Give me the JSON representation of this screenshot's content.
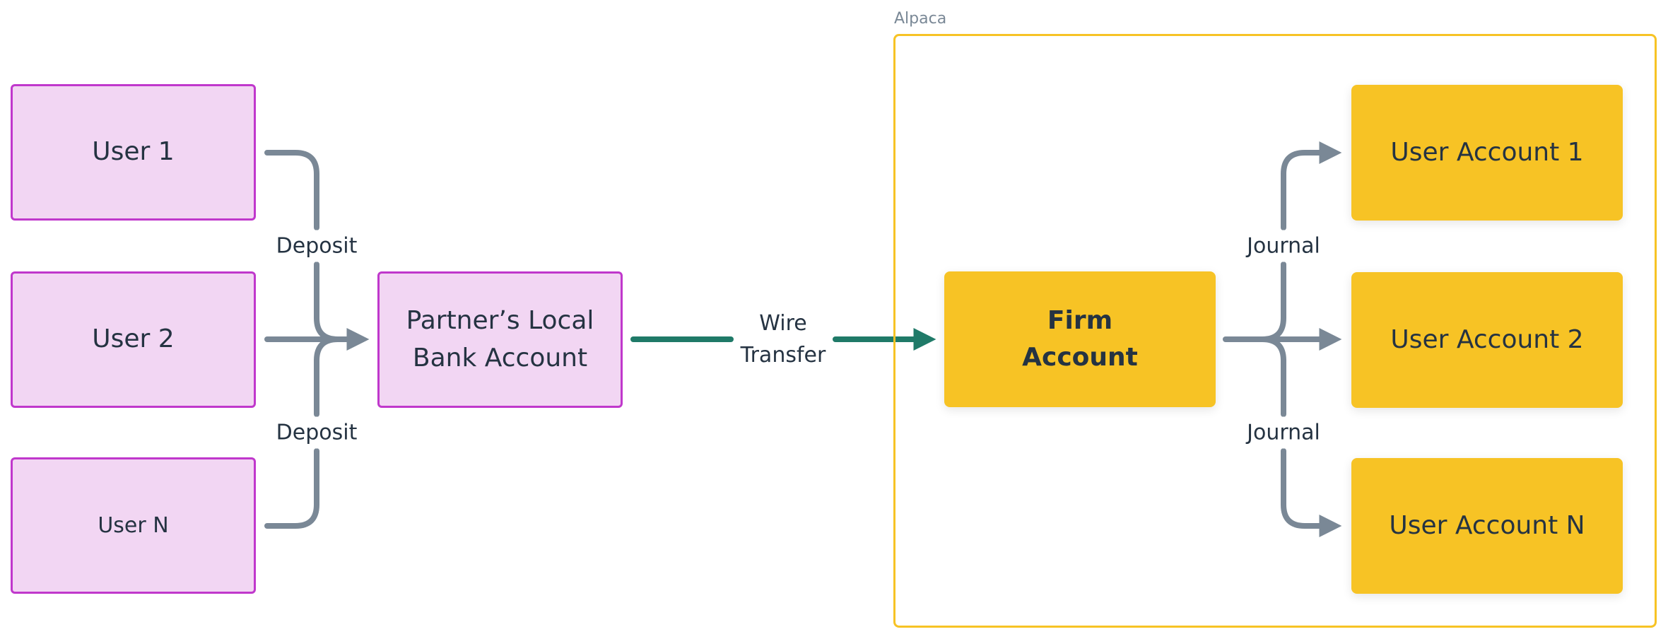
{
  "diagram": {
    "group": {
      "title": "Alpaca",
      "color": "#F7C325"
    },
    "users": [
      {
        "label": "User 1"
      },
      {
        "label": "User 2"
      },
      {
        "label": "User N"
      }
    ],
    "partner_bank": {
      "label_line1": "Partner’s Local",
      "label_line2": "Bank Account"
    },
    "firm_account": {
      "label_line1": "Firm",
      "label_line2": "Account"
    },
    "user_accounts": [
      {
        "label": "User Account 1"
      },
      {
        "label": "User Account 2"
      },
      {
        "label": "User Account N"
      }
    ],
    "edges": {
      "deposit_top": "Deposit",
      "deposit_bottom": "Deposit",
      "wire_line1": "Wire",
      "wire_line2": "Transfer",
      "journal_top": "Journal",
      "journal_bottom": "Journal"
    },
    "colors": {
      "user_fill": "#F2D6F3",
      "user_border": "#C038CC",
      "account_fill": "#F7C325",
      "text": "#253342",
      "connector": "#7A8896",
      "wire": "#1F7A68"
    }
  }
}
